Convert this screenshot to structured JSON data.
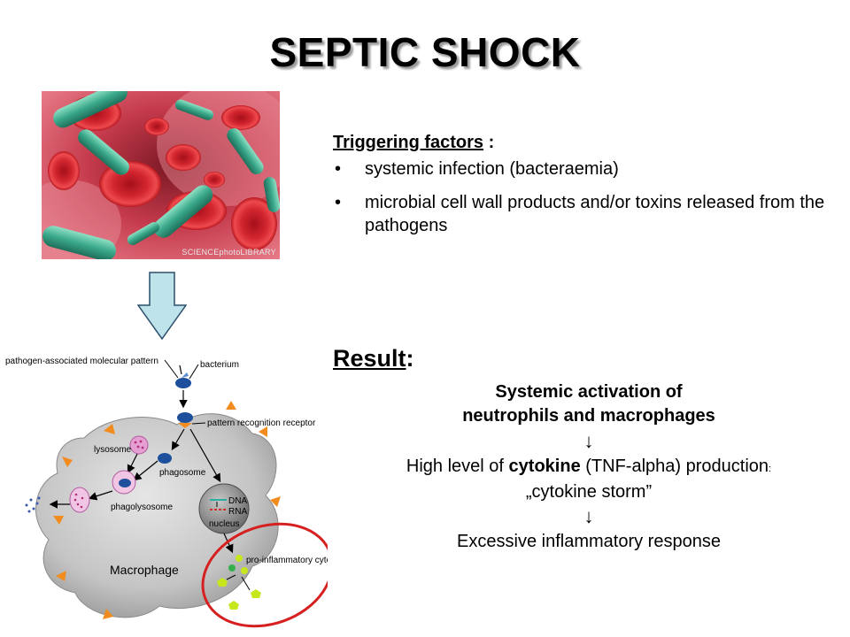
{
  "title": "SEPTIC SHOCK",
  "photo": {
    "credit": "SCIENCEphotoLIBRARY",
    "colors": {
      "background": "#c23a4a",
      "cells": "#d6262f",
      "bacteria": "#3fb08f"
    }
  },
  "triggering": {
    "heading": "Triggering factors",
    "colon": " :",
    "bullet_symbol": "•",
    "items": [
      {
        "text": "systemic infection (bacteraemia)"
      },
      {
        "text": "microbial cell wall products and/or toxins released from the pathogens"
      }
    ]
  },
  "result": {
    "heading": "Result",
    "colon": ":",
    "line1": "Systemic activation of",
    "line2": "neutrophils and macrophages",
    "arrow": "↓",
    "cyt_pre": "High level of ",
    "cyt_bold": "cytokine",
    "cyt_post": " (TNF-alpha) production",
    "cyt_colon": ":",
    "storm": "„cytokine storm”",
    "final": "Excessive inflammatory response"
  },
  "diagram": {
    "labels": {
      "pamp": "pathogen-associated molecular pattern",
      "bacterium": "bacterium",
      "prr": "pattern recognition receptor",
      "lysosome": "lysosome",
      "phagosome": "phagosome",
      "phagolysosome": "phagolysosome",
      "dna": "DNA",
      "rna": "RNA",
      "nucleus": "nucleus",
      "cytokines": "pro-inflammatory cytokines",
      "macrophage": "Macrophage"
    },
    "colors": {
      "cell": "#c8c8c8",
      "receptor": "#f28c1e",
      "bacterium": "#1d4f9c",
      "highlight": "#d62020",
      "cytokine": "#c8e61e",
      "arrow_box": "#bfe3ea"
    }
  }
}
